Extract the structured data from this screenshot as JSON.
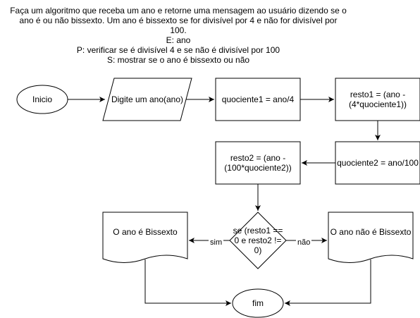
{
  "description": {
    "lines": [
      "Faça um algoritmo que receba um ano e retorne uma mensagem ao usuário dizendo se o",
      "ano é ou não bissexto. Um ano é bissexto se for divisível por 4 e não for divisível por",
      "100.",
      "E: ano",
      "P: verificar se é divisível 4 e se não é divisível por 100",
      "S: mostrar se o ano é bissexto ou não"
    ]
  },
  "nodes": {
    "start": "Inicio",
    "input": "Digite um ano(ano)",
    "quociente1": "quociente1 = ano/4",
    "resto1": "resto1 = (ano - (4*quociente1))",
    "quociente2": "quociente2 = ano/100",
    "resto2": "resto2 = (ano - (100*quociente2))",
    "decision": "se (resto1 == 0 e resto2 != 0)",
    "leap": "O ano é Bissexto",
    "not_leap": "O ano não é Bissexto",
    "end": "fim"
  },
  "edges": {
    "yes": "sim",
    "no": "não"
  }
}
